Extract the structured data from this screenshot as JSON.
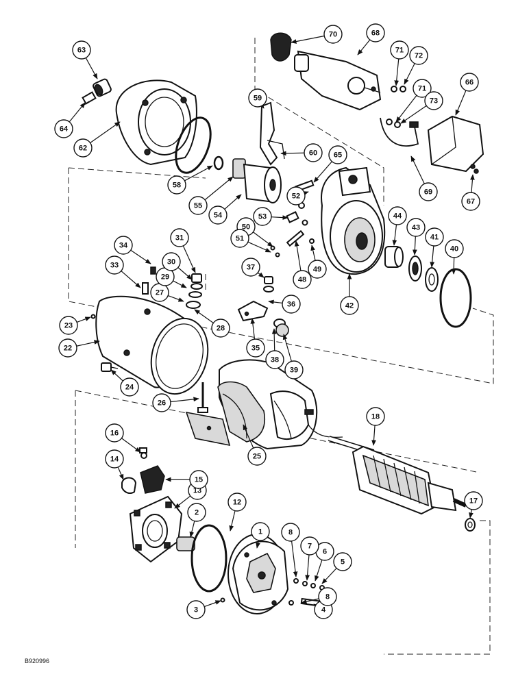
{
  "figure_code": "B920996",
  "callouts": [
    "1",
    "2",
    "3",
    "4",
    "5",
    "6",
    "7",
    "8",
    "8",
    "12",
    "13",
    "14",
    "15",
    "16",
    "17",
    "18",
    "22",
    "23",
    "24",
    "25",
    "26",
    "27",
    "28",
    "29",
    "30",
    "31",
    "33",
    "34",
    "35",
    "36",
    "37",
    "38",
    "39",
    "40",
    "41",
    "42",
    "43",
    "44",
    "48",
    "49",
    "50",
    "51",
    "52",
    "53",
    "54",
    "55",
    "58",
    "59",
    "60",
    "62",
    "63",
    "64",
    "65",
    "66",
    "67",
    "68",
    "69",
    "70",
    "71",
    "71",
    "72",
    "73"
  ]
}
